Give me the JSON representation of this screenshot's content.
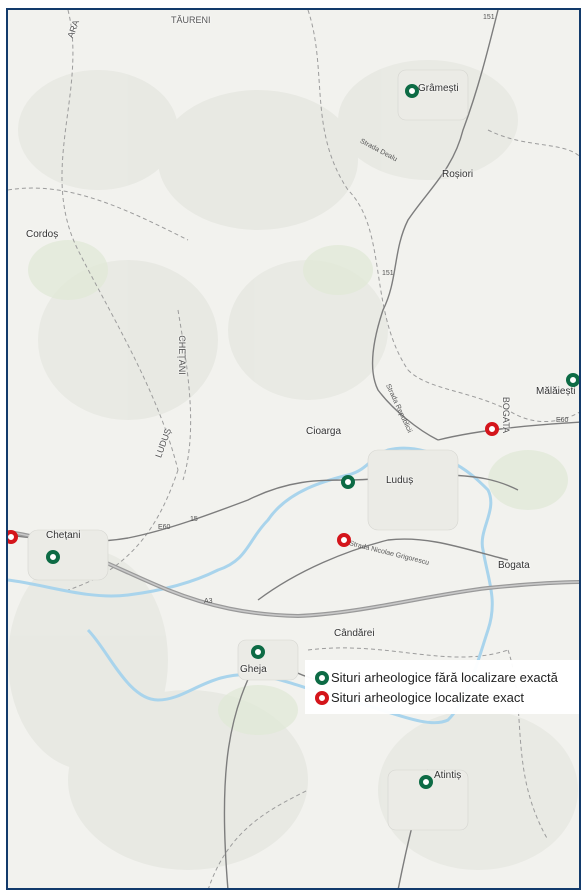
{
  "colors": {
    "located_site": "#d4151b",
    "unlocated_site": "#0d6b45",
    "river": "#a9d4ec",
    "highway": "#9a9a9a",
    "frame": "#123a6b"
  },
  "places": {
    "taureni": "TĂURENI",
    "ara": "ARA",
    "gramesti": "Grâmești",
    "rosiori": "Roșiori",
    "cordos": "Cordoș",
    "chetani_area": "CHEȚANI",
    "ludus_area": "LUDUȘ",
    "cioarga": "Cioarga",
    "bogata_area": "BOGATA",
    "malaiesti": "Mălăiești",
    "ludus": "Luduș",
    "chetani": "Chețani",
    "bogata": "Bogata",
    "candarei": "Cândărei",
    "gheja": "Gheja",
    "atintis": "Atintiș"
  },
  "roads": {
    "r151_top": "151",
    "r151_mid": "151",
    "e60_west": "E60",
    "r15": "15",
    "a3": "A3",
    "e60_east": "E60",
    "strada_dealu": "Strada Dealu",
    "strada_republicii": "Strada Republicii",
    "strada_gregorescu": "Strada Nicolae Grigorescu"
  },
  "legend": {
    "items": [
      {
        "label": "Situri arheologice fără localizare exactă",
        "icon": "green-ring-icon"
      },
      {
        "label": "Situri arheologice localizate exact",
        "icon": "red-ring-icon"
      }
    ]
  }
}
